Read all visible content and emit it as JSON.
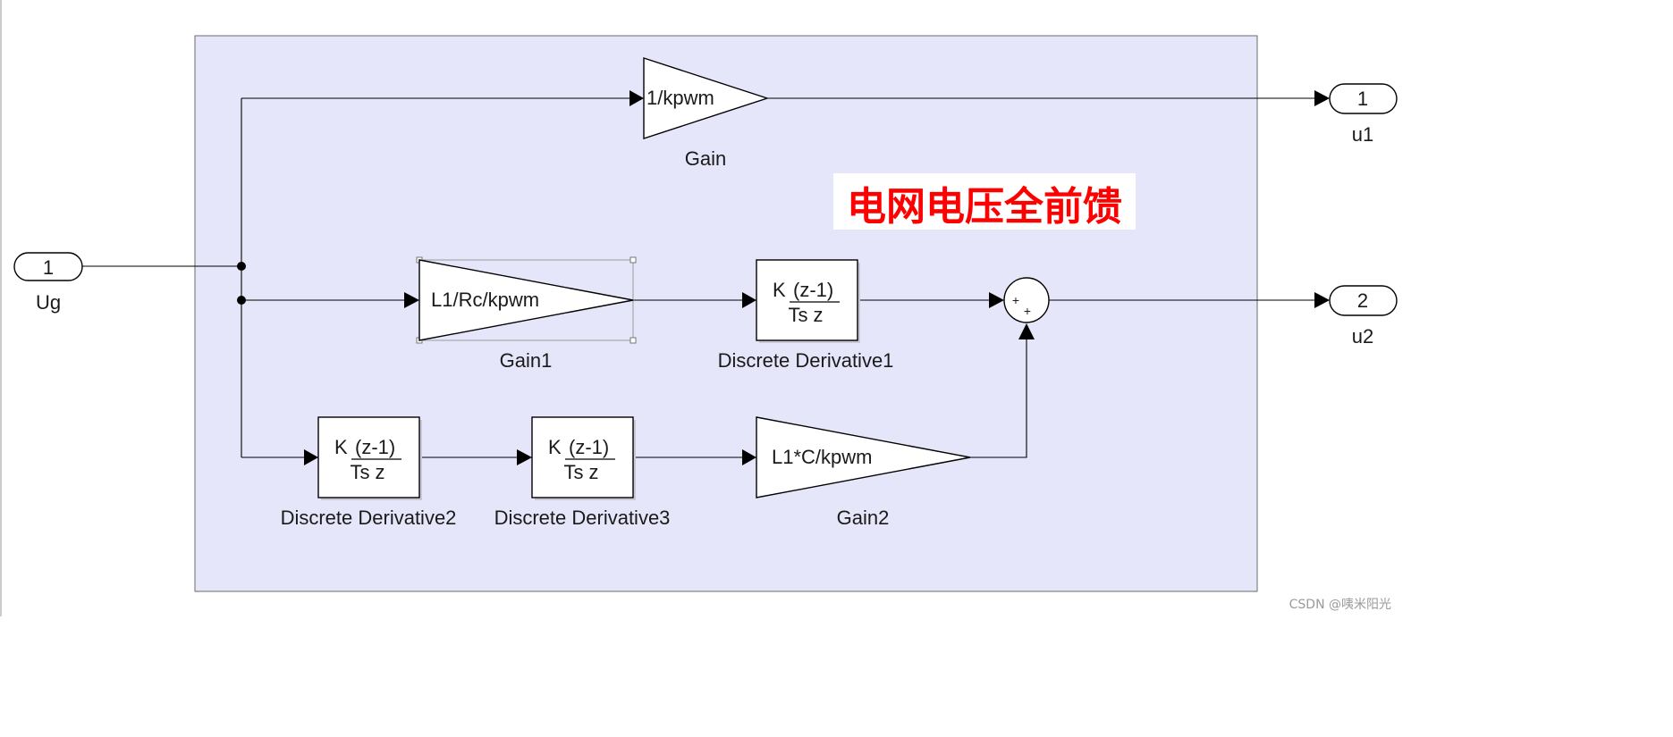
{
  "diagram": {
    "annotation": "电网电压全前馈",
    "inport": {
      "number": "1",
      "name": "Ug"
    },
    "outports": [
      {
        "number": "1",
        "name": "u1"
      },
      {
        "number": "2",
        "name": "u2"
      }
    ],
    "gains": [
      {
        "expr": "1/kpwm",
        "name": "Gain"
      },
      {
        "expr": "L1/Rc/kpwm",
        "name": "Gain1"
      },
      {
        "expr": "L1*C/kpwm",
        "name": "Gain2"
      }
    ],
    "derivatives": [
      {
        "num_k": "K",
        "num_expr": "(z-1)",
        "den": "Ts z",
        "name": "Discrete Derivative1"
      },
      {
        "num_k": "K",
        "num_expr": "(z-1)",
        "den": "Ts z",
        "name": "Discrete Derivative2"
      },
      {
        "num_k": "K",
        "num_expr": "(z-1)",
        "den": "Ts z",
        "name": "Discrete Derivative3"
      }
    ],
    "sum": {
      "signs": [
        "+",
        "+"
      ]
    },
    "colors": {
      "subsystem_bg": "#e6e6fa",
      "annotation": "#ff0000",
      "selection": "#888888"
    }
  },
  "watermark": "CSDN @咦米阳光"
}
